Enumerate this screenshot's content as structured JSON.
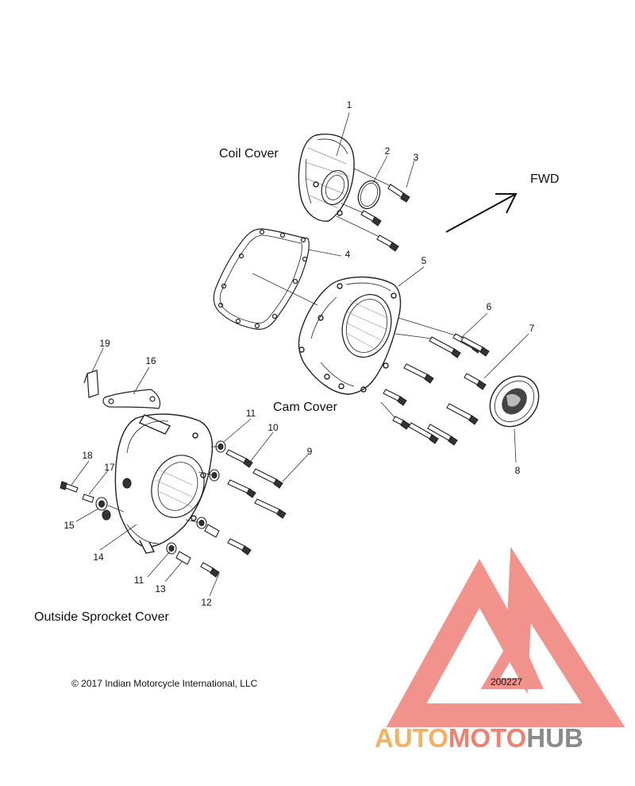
{
  "diagram": {
    "group_titles": {
      "coil_cover": "Coil Cover",
      "cam_cover": "Cam Cover",
      "outside_sprocket_cover": "Outside Sprocket Cover"
    },
    "direction_label": "FWD",
    "callouts": {
      "c1": "1",
      "c2": "2",
      "c3": "3",
      "c4": "4",
      "c5": "5",
      "c6": "6",
      "c7": "7",
      "c8": "8",
      "c9": "9",
      "c10": "10",
      "c11a": "11",
      "c11b": "11",
      "c12": "12",
      "c13": "13",
      "c14": "14",
      "c15": "15",
      "c16": "16",
      "c17": "17",
      "c18": "18",
      "c19": "19"
    },
    "copyright": "© 2017 Indian Motorcycle International, LLC",
    "figure_number": "200227"
  },
  "watermark": {
    "part1": "AUTO",
    "part2": "MOTO",
    "part3": "HUB",
    "colors": {
      "auto": "#f5b060",
      "moto": "#f08070",
      "hub": "#8a8a8a",
      "triangle": "#f08078"
    }
  }
}
